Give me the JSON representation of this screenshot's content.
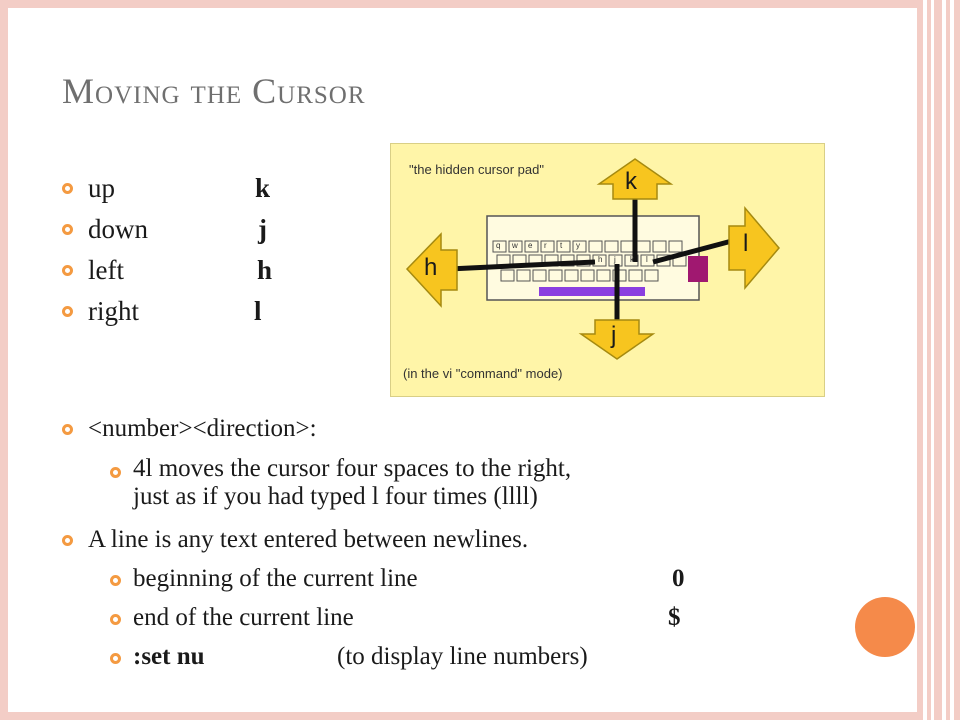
{
  "slide": {
    "title": "Moving the Cursor",
    "movement": [
      {
        "label": "up",
        "key": "k"
      },
      {
        "label": "down",
        "key": "j"
      },
      {
        "label": "left",
        "key": "h"
      },
      {
        "label": "right",
        "key": "l"
      }
    ],
    "count_heading": "<number><direction>:",
    "count_example_line1": "4l moves the cursor four spaces to the right,",
    "count_example_line2": "just as if you had typed l four times (llll)",
    "line_heading": "A line is any text entered between newlines.",
    "line_items": [
      {
        "label": "beginning of the current line",
        "key": "0"
      },
      {
        "label": "end of the current line",
        "key": "$"
      },
      {
        "label": ":set nu",
        "note": "(to display line numbers)"
      }
    ]
  },
  "cursor_pad": {
    "caption_top": "\"the hidden cursor pad\"",
    "caption_bottom": "(in the vi \"command\" mode)",
    "arrow_up": "k",
    "arrow_down": "j",
    "arrow_left": "h",
    "arrow_right": "l",
    "row1_keys": [
      "q",
      "w",
      "e",
      "r",
      "t",
      "y"
    ],
    "row2_keys": [
      "h",
      "j",
      "k",
      "l"
    ]
  },
  "colors": {
    "bullet": "#f49a41",
    "frame": "#f3cdc6",
    "accent_circle": "#f58a4a",
    "pad_background": "#fff5a8",
    "arrow_fill": "#f7c51f",
    "spacebar": "#8a3fe0",
    "enter_key": "#a01870"
  }
}
